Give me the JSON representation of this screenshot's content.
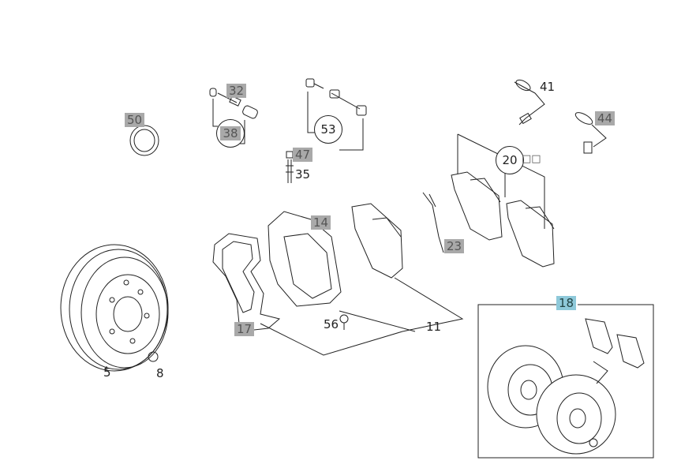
{
  "diagram": {
    "callouts": {
      "p50": "50",
      "p32": "32",
      "p38": "38",
      "p53": "53",
      "p47": "47",
      "p35": "35",
      "p41": "41",
      "p44": "44",
      "p20": "20",
      "p20_suffix": "□□",
      "p14": "14",
      "p23": "23",
      "p17": "17",
      "p56": "56",
      "p11": "11",
      "p5": "5",
      "p8": "8",
      "p18": "18"
    },
    "colors": {
      "highlight": "#a9a9a9",
      "kit_highlight": "#8ec9da",
      "line": "#222222"
    }
  }
}
